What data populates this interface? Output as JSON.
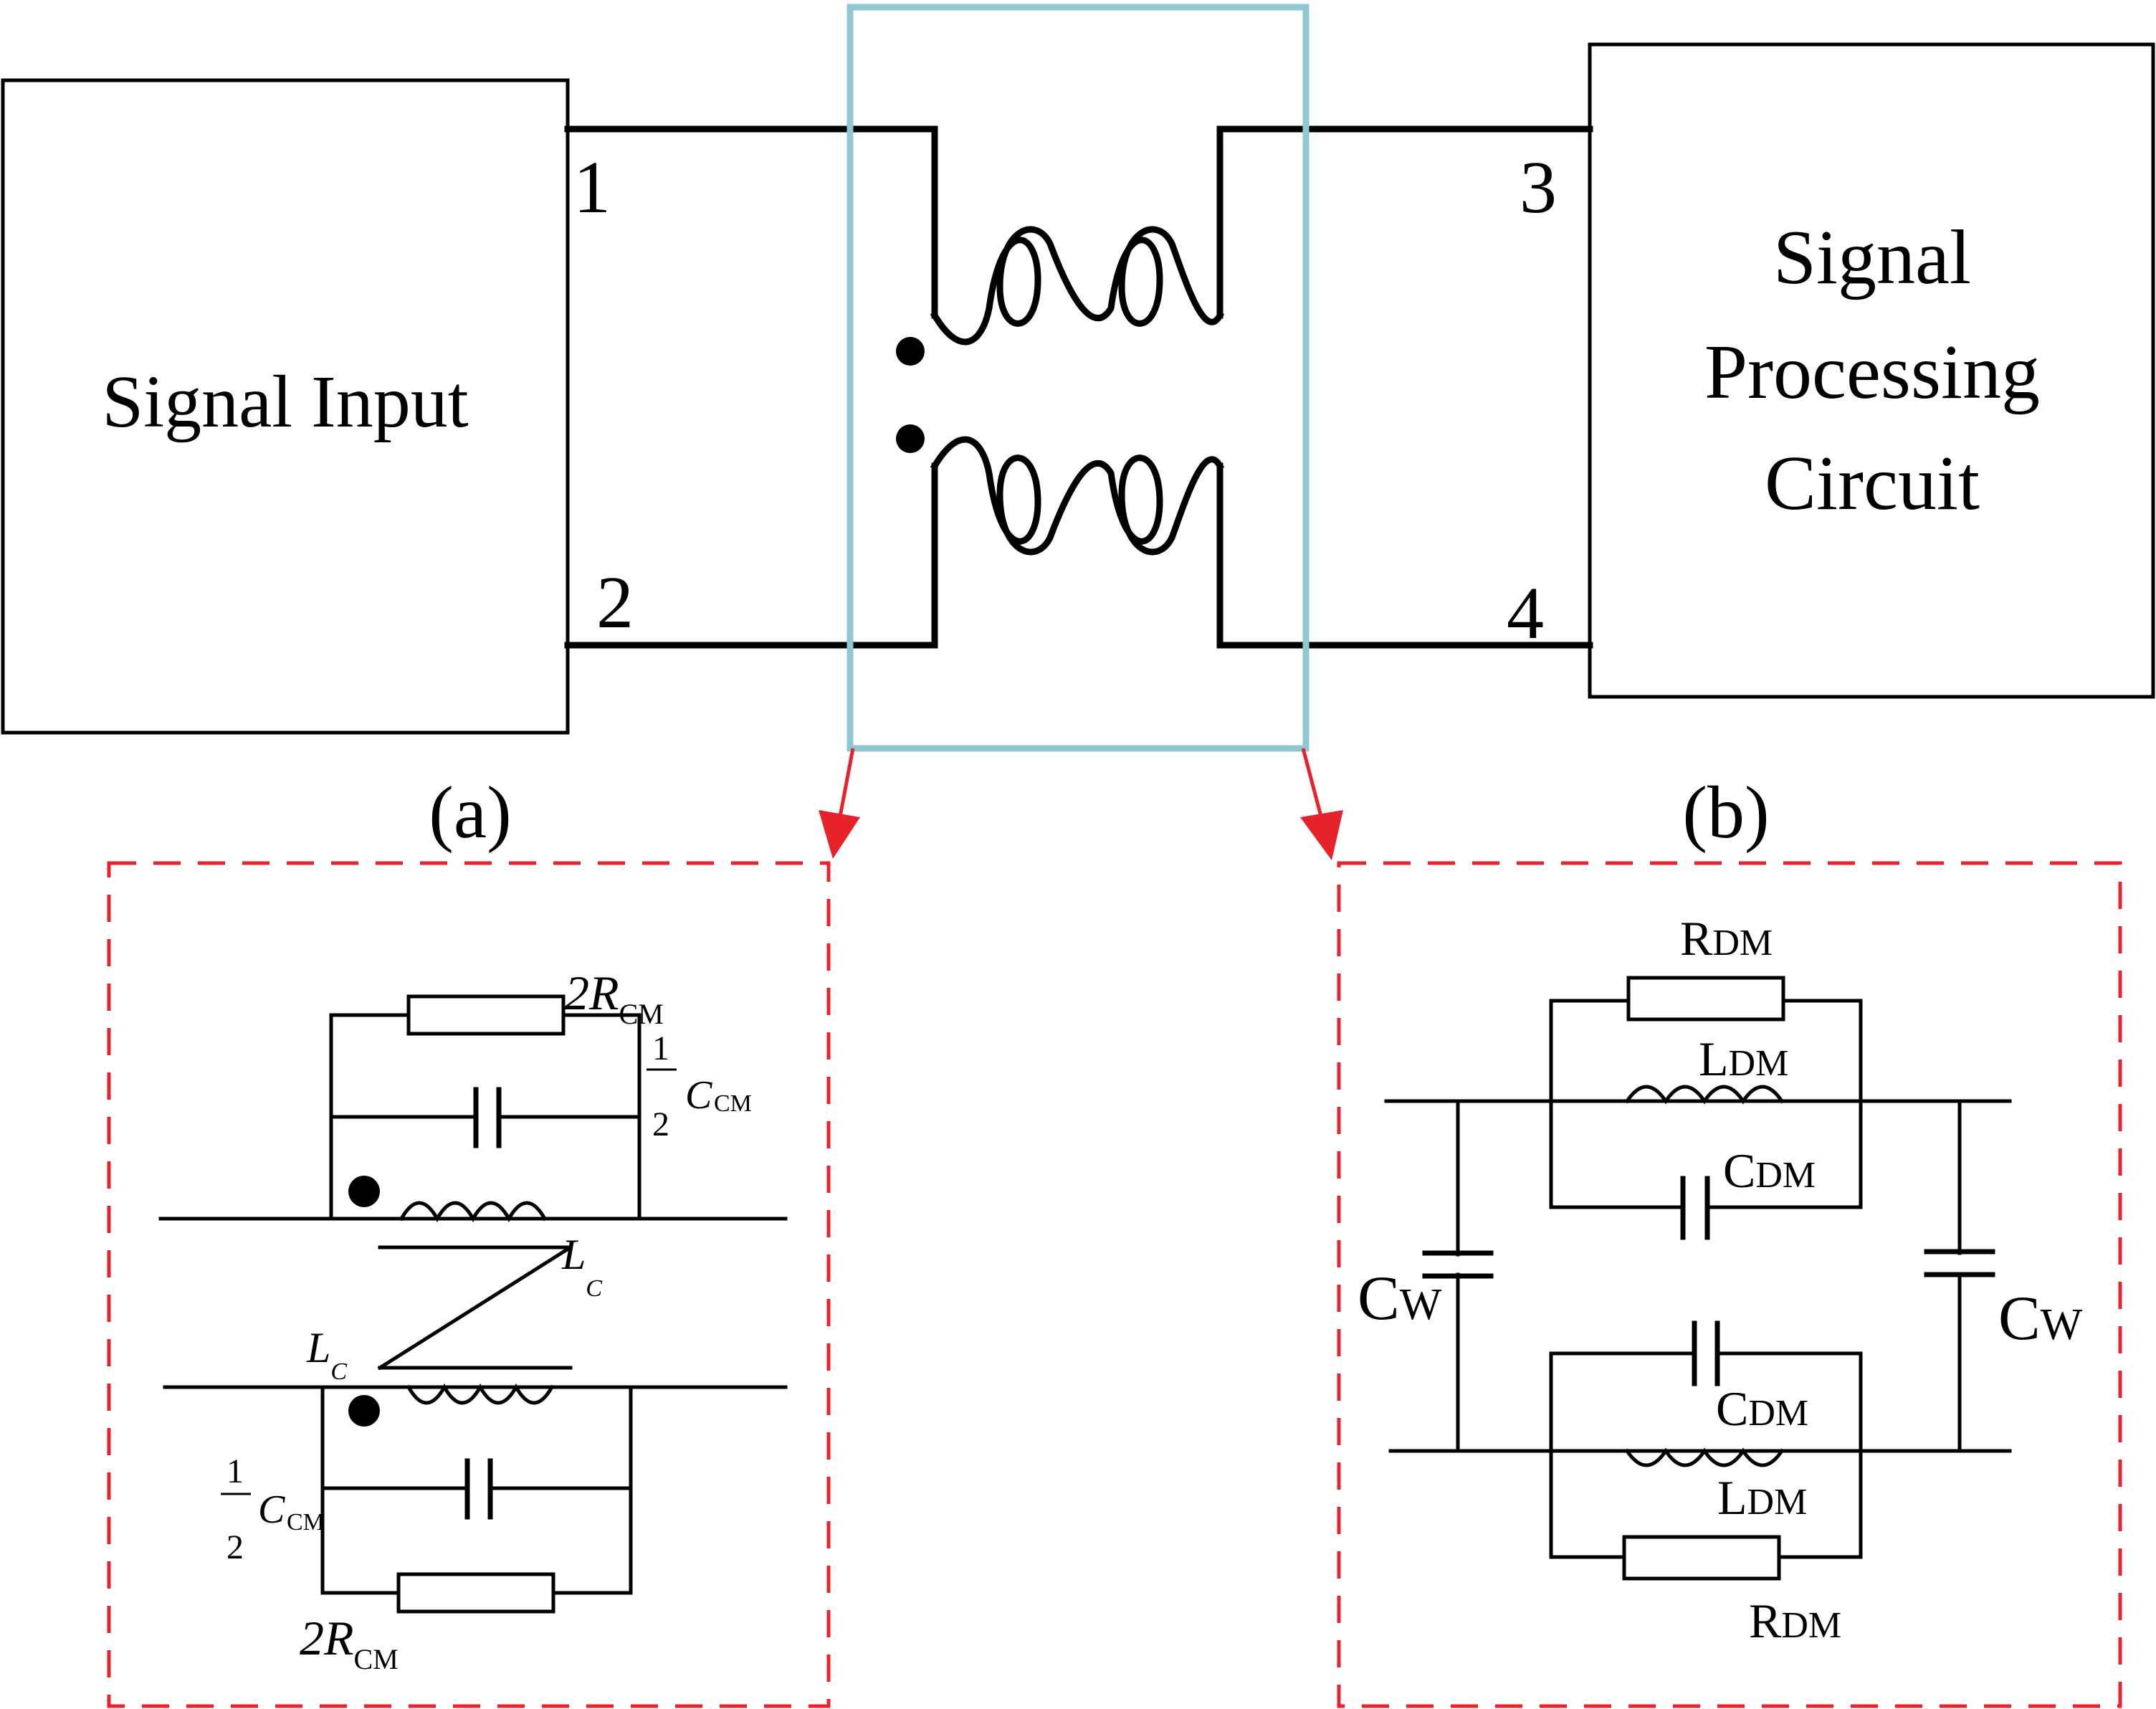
{
  "blocks": {
    "input": "Signal Input",
    "processing": [
      "Signal",
      "Processing",
      "Circuit"
    ]
  },
  "ports": [
    "1",
    "2",
    "3",
    "4"
  ],
  "panel_labels": {
    "a": "(a)",
    "b": "(b)"
  },
  "panel_a": {
    "resistor_top": {
      "coef": "2",
      "sym": "R",
      "sub": "CM"
    },
    "cap_top": {
      "num": "1",
      "den": "2",
      "sym": "C",
      "sub": "CM"
    },
    "inductor_top": {
      "sym": "L",
      "sub": "C"
    },
    "inductor_bottom": {
      "sym": "L",
      "sub": "C"
    },
    "cap_bottom": {
      "num": "1",
      "den": "2",
      "sym": "C",
      "sub": "CM"
    },
    "resistor_bottom": {
      "coef": "2",
      "sym": "R",
      "sub": "CM"
    }
  },
  "panel_b": {
    "r_top": {
      "sym": "R",
      "sub": "DM"
    },
    "l_top": {
      "sym": "L",
      "sub": "DM"
    },
    "c_top": {
      "sym": "C",
      "sub": "DM"
    },
    "cw_left": {
      "sym": "C",
      "sub": "W"
    },
    "cw_right": {
      "sym": "C",
      "sub": "W"
    },
    "c_bottom": {
      "sym": "C",
      "sub": "DM"
    },
    "l_bottom": {
      "sym": "L",
      "sub": "DM"
    },
    "r_bottom": {
      "sym": "R",
      "sub": "DM"
    }
  },
  "colors": {
    "wire": "#000000",
    "highlight_box": "#8fc7d4",
    "detail_border": "#e8222a"
  }
}
